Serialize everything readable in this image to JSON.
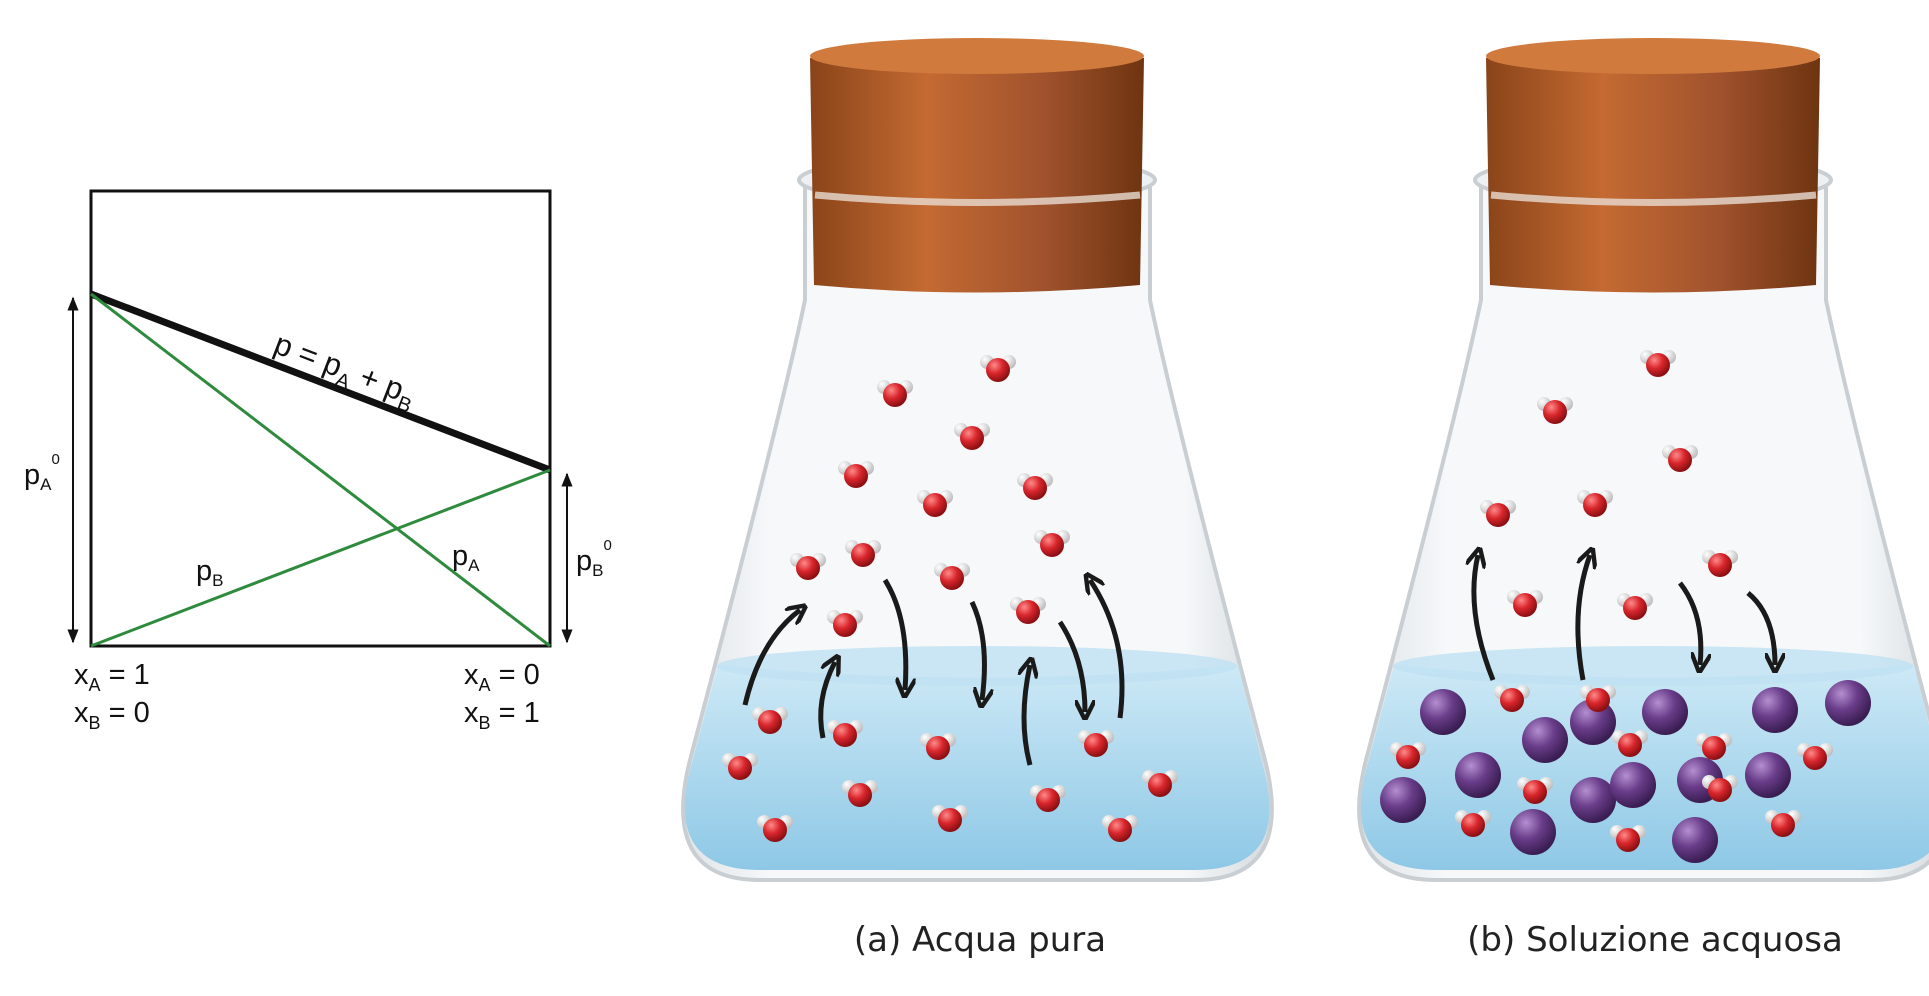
{
  "diagram": {
    "line_total": "p = p_A + p_B",
    "label_pA": "p_A",
    "label_pB": "p_B",
    "pA0": "p_A^0",
    "pB0": "p_B^0",
    "left_x": [
      "x_A = 1",
      "x_B = 0"
    ],
    "right_x": [
      "x_A = 0",
      "x_B = 1"
    ],
    "colors": {
      "total": "#111111",
      "partial": "#2e8b3d"
    }
  },
  "flasks": [
    {
      "caption": "(a) Acqua pura",
      "arrows_up": 4,
      "arrows_down": 3,
      "solute": false
    },
    {
      "caption": "(b) Soluzione acquosa",
      "arrows_up": 2,
      "arrows_down": 2,
      "solute": true
    }
  ],
  "colors": {
    "cork": "#a0522d",
    "water": "#aad7ee",
    "oxygen": "#d8262c",
    "hydrogen": "#f2f2f2",
    "solute": "#6a3d8a"
  }
}
